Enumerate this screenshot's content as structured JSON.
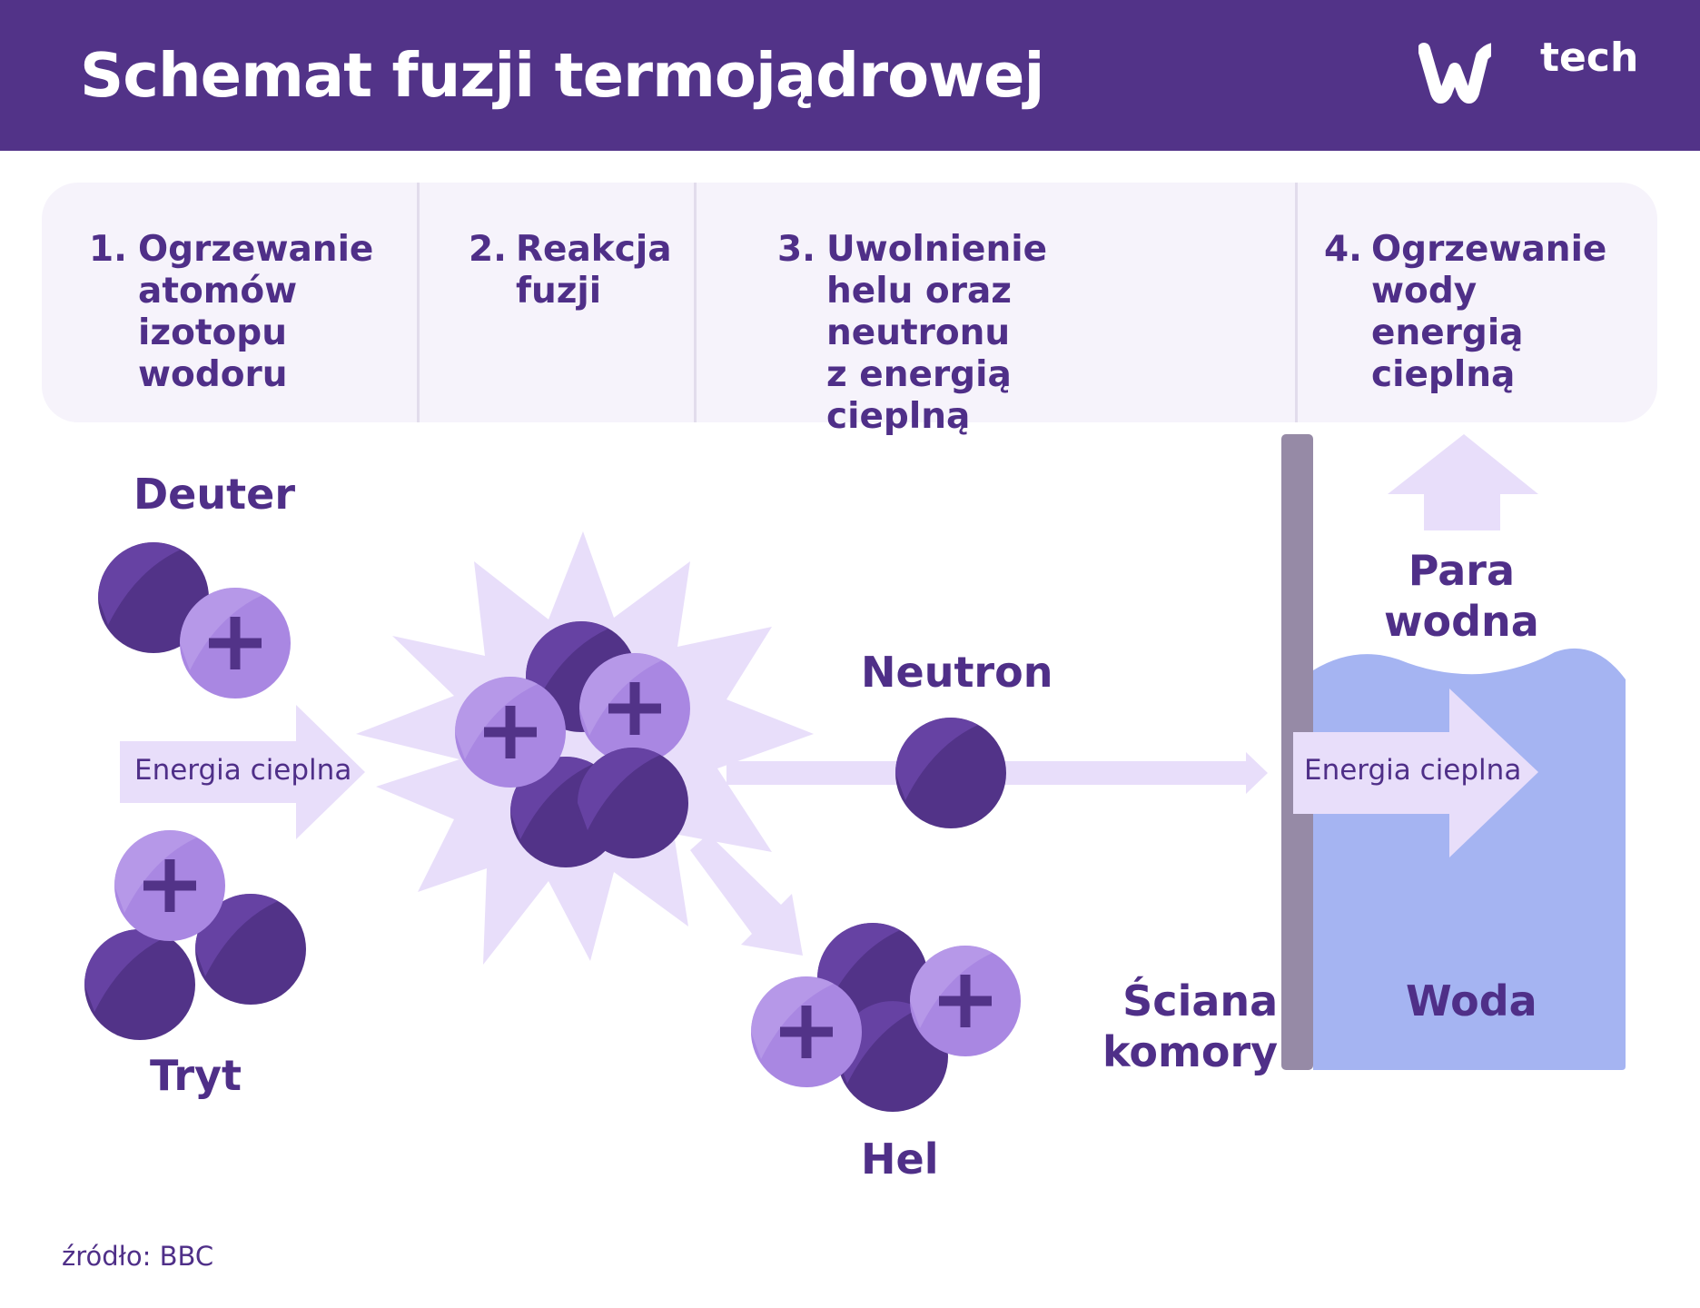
{
  "header": {
    "title": "Schemat fuzji termojądrowej",
    "logo_text": "tech"
  },
  "steps": [
    {
      "number": "1.",
      "text": "Ogrzewanie\natomów\nizotopu\nwodoru"
    },
    {
      "number": "2.",
      "text": "Reakcja\nfuzji"
    },
    {
      "number": "3.",
      "text": "Uwolnienie\nhelu oraz neutronu\nz energią cieplną"
    },
    {
      "number": "4.",
      "text": "Ogrzewanie\nwody energią\ncieplną"
    }
  ],
  "labels": {
    "deuterium": "Deuter",
    "tritium": "Tryt",
    "neutron": "Neutron",
    "helium": "Hel",
    "wall": "Ściana\nkomory",
    "water": "Woda",
    "steam": "Para\nwodna",
    "heat_energy_1": "Energia cieplna",
    "heat_energy_2": "Energia cieplna"
  },
  "source": "źródło: BBC",
  "colors": {
    "header_bg": "#523388",
    "neutron": "#523388",
    "proton": "#a987e2",
    "arrow": "#e8defa",
    "water": "#a5b4f2",
    "wall": "#968aa6",
    "text": "#4f2f88"
  }
}
